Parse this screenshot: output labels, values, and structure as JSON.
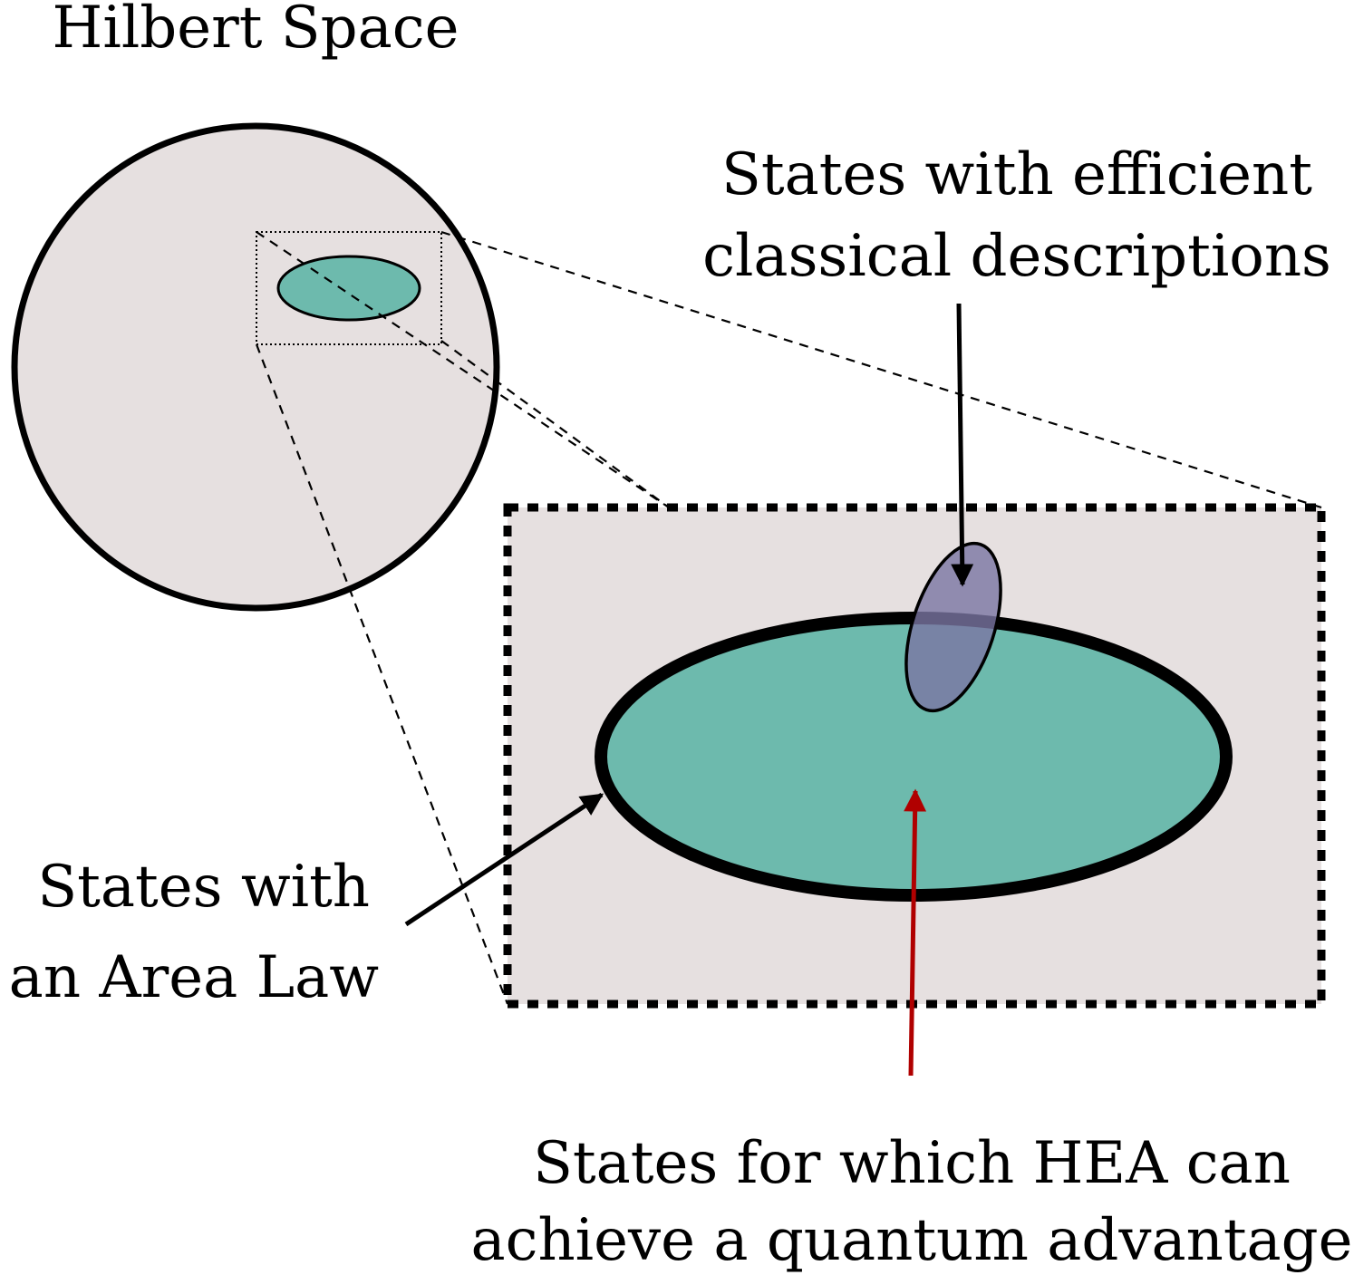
{
  "title": "Hilbert Space",
  "labels": {
    "efficient_line1": "States with efficient",
    "efficient_line2": "classical descriptions",
    "area_law_line1": "States with",
    "area_law_line2": "an Area Law",
    "hea_line1": "States for which HEA can",
    "hea_line2": "achieve a quantum advantage"
  },
  "colors": {
    "hilbert_fill": "#e6e0e0",
    "area_law_fill": "#6dbaad",
    "efficient_fill": "#7a76a3",
    "outline": "#000000",
    "hea_arrow": "#b00000"
  }
}
